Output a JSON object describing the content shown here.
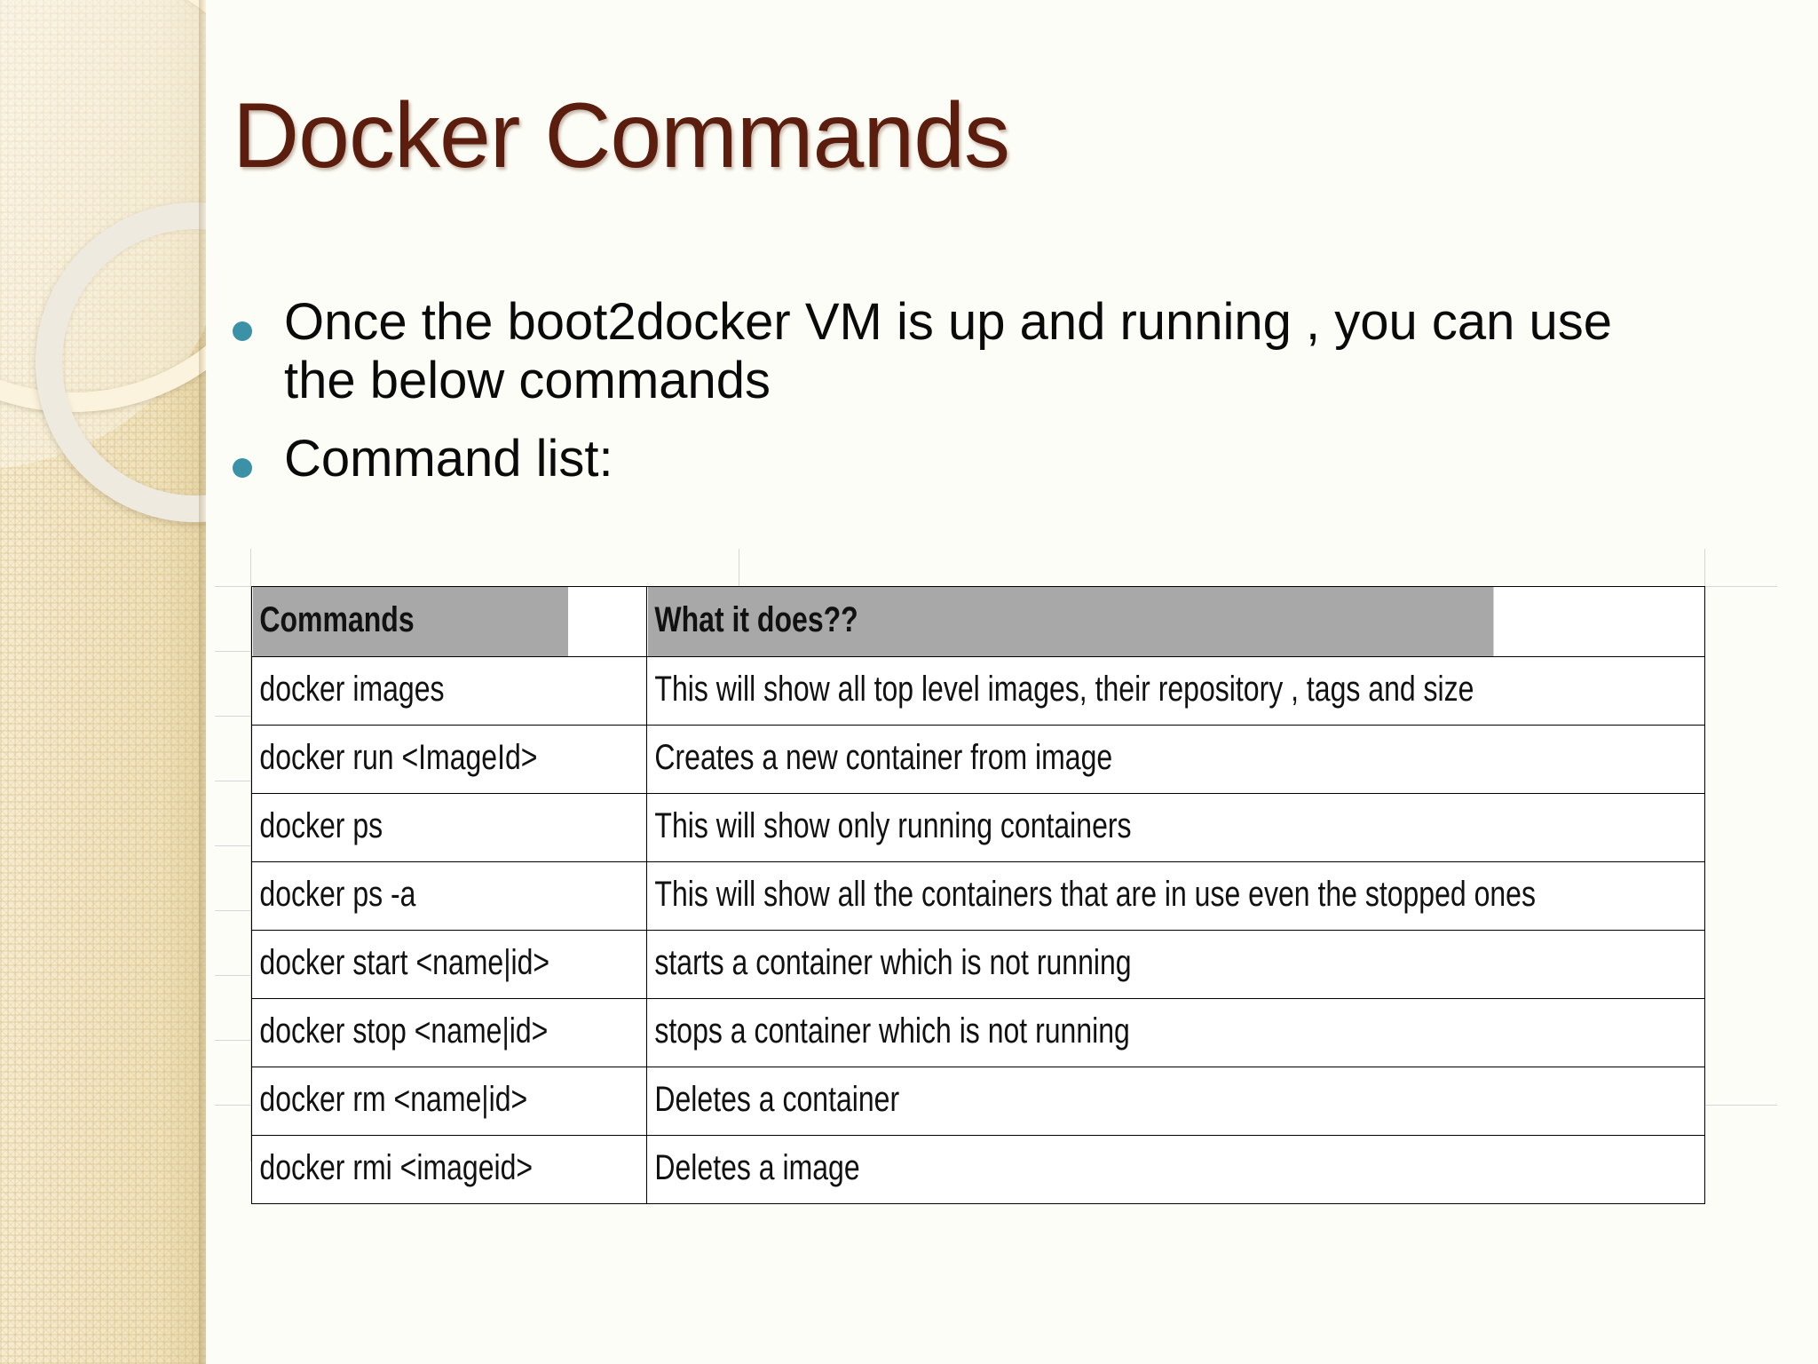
{
  "slide": {
    "title": "Docker Commands",
    "title_color": "#5b1d0e",
    "bullet_color": "#3b91a6",
    "background_color": "#fcfdf6"
  },
  "bullets": [
    {
      "text": "Once the boot2docker VM is up and running , you can use the below commands"
    },
    {
      "text": "Command list:"
    }
  ],
  "table": {
    "header_background": "#a8a8a8",
    "columns": [
      "Commands",
      "What it does??"
    ],
    "rows": [
      {
        "command": "docker images",
        "description": "This will show all top level images, their repository , tags and size"
      },
      {
        "command": "docker run <ImageId>",
        "description": "Creates a new container from image"
      },
      {
        "command": "docker ps",
        "description": "This will show only running containers"
      },
      {
        "command": "docker ps -a",
        "description": "This will show all the containers that are in use even the stopped ones"
      },
      {
        "command": "docker start <name|id>",
        "description": "starts a container which is not running"
      },
      {
        "command": "docker stop <name|id>",
        "description": "stops a container which is not running"
      },
      {
        "command": "docker rm <name|id>",
        "description": "Deletes a container"
      },
      {
        "command": "docker rmi <imageid>",
        "description": "Deletes a image"
      }
    ]
  }
}
